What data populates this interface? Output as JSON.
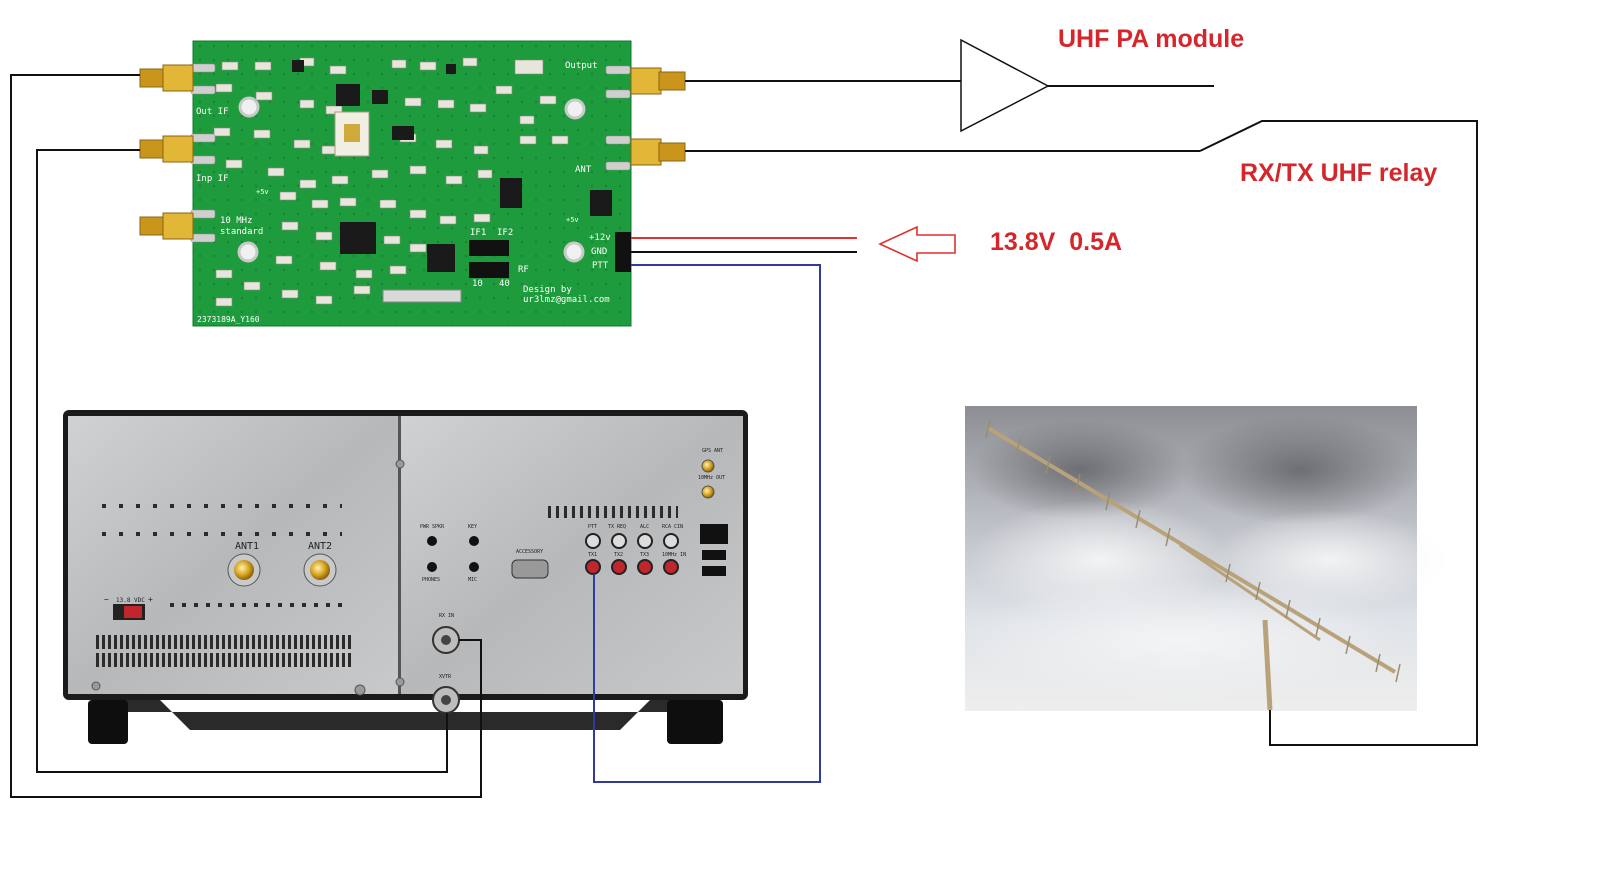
{
  "labels": {
    "pa_module": "UHF PA module",
    "relay": "RX/TX UHF relay",
    "power": "13.8V  0.5A"
  },
  "pcb": {
    "out_if": "Out IF",
    "inp_if": "Inp IF",
    "ten_mhz_line1": "10 MHz",
    "ten_mhz_line2": "standard",
    "output": "Output",
    "ant": "ANT",
    "plus5v": "+5v",
    "plus12v": "+12v",
    "gnd": "GND",
    "ptt": "PTT",
    "if1": "IF1",
    "if2": "IF2",
    "rf": "RF",
    "ten": "10",
    "forty": "40",
    "design_by": "Design by",
    "email": "ur3lmz@gmail.com",
    "board_id": "2373189A_Y160"
  },
  "radio": {
    "ant1": "ANT1",
    "ant2": "ANT2",
    "dc": "13.8 VDC",
    "minus": "−",
    "plus": "+",
    "pwr_spkr": "PWR SPKR",
    "key": "KEY",
    "phones": "PHONES",
    "mic": "MIC",
    "accessory": "ACCESSORY",
    "rx_in": "RX IN",
    "xvtr": "XVTR",
    "gps_ant": "GPS ANT",
    "ten_mhz_out": "10MHz OUT",
    "jacks_top": [
      "PTT",
      "TX REQ",
      "ALC",
      "RCA CIN"
    ],
    "jacks_bottom": [
      "TX1",
      "TX2",
      "TX3",
      "10MHz IN"
    ]
  },
  "colors": {
    "label_red": "#d4262b",
    "pcb_green": "#1e9b3c",
    "wire_black": "#111111",
    "wire_red": "#e0312c",
    "wire_blue": "#2f3b9e"
  }
}
